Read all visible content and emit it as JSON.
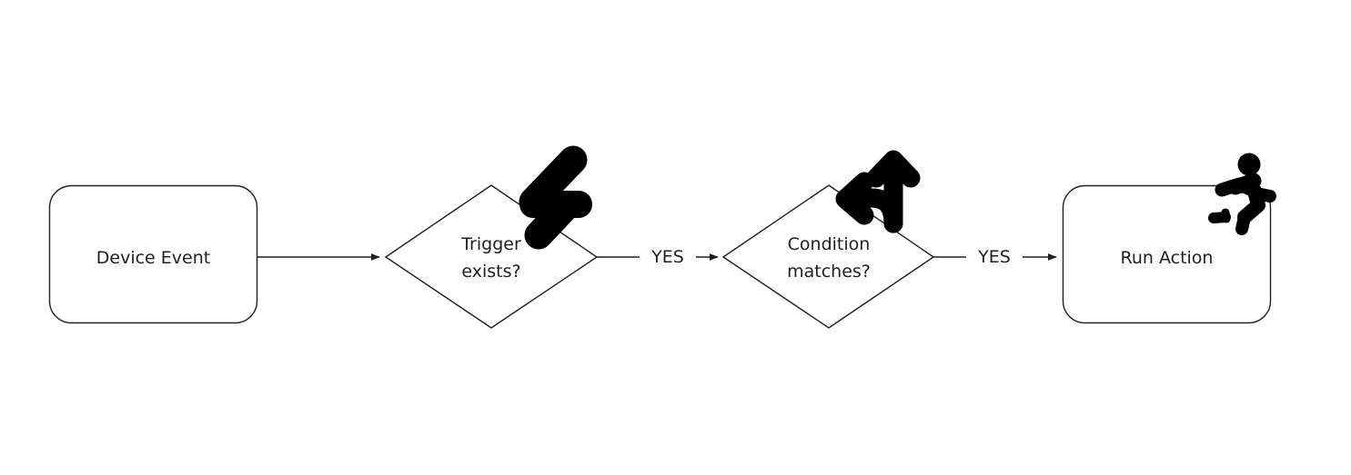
{
  "diagram": {
    "type": "flowchart",
    "orientation": "left-to-right",
    "background_color": "#ffffff",
    "stroke_color": "#1f1f1f",
    "text_color": "#1f1f1f",
    "icon_color": "#000000",
    "nodes": [
      {
        "id": "device-event",
        "shape": "rounded-rectangle",
        "label": "Device Event",
        "lines": [
          "Device Event"
        ],
        "icon": null
      },
      {
        "id": "trigger-exists",
        "shape": "diamond",
        "label": "Trigger exists?",
        "lines": [
          "Trigger",
          "exists?"
        ],
        "icon": "lightning-bolt-icon"
      },
      {
        "id": "condition-matches",
        "shape": "diamond",
        "label": "Condition matches?",
        "lines": [
          "Condition",
          "matches?"
        ],
        "icon": "branch-arrow-icon"
      },
      {
        "id": "run-action",
        "shape": "rounded-rectangle",
        "label": "Run Action",
        "lines": [
          "Run Action"
        ],
        "icon": "running-person-icon"
      }
    ],
    "edges": [
      {
        "id": "edge-1",
        "from": "device-event",
        "to": "trigger-exists",
        "label": ""
      },
      {
        "id": "edge-2",
        "from": "trigger-exists",
        "to": "condition-matches",
        "label": "YES"
      },
      {
        "id": "edge-3",
        "from": "condition-matches",
        "to": "run-action",
        "label": "YES"
      }
    ]
  }
}
